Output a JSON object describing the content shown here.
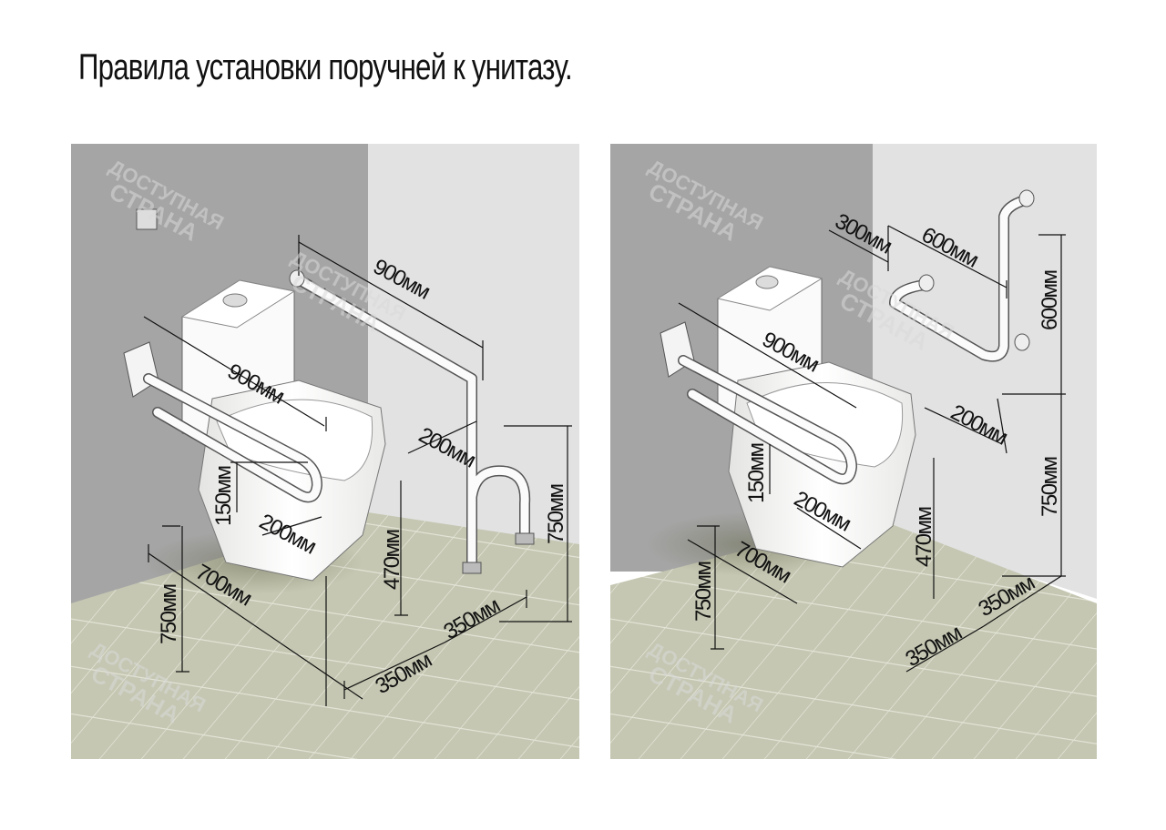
{
  "title": "Правила установки поручней к унитазу.",
  "watermark": {
    "line1": "ДОСТУПНАЯ",
    "line2": "СТРАНА"
  },
  "left_panel": {
    "dims": {
      "bar_top": "900мм",
      "bar_side": "900мм",
      "offset_200_a": "200мм",
      "offset_200_b": "200мм",
      "h150": "150мм",
      "h470": "470мм",
      "h750_right": "750мм",
      "h750_left": "750мм",
      "d700": "700мм",
      "w350_a": "350мм",
      "w350_b": "350мм"
    }
  },
  "right_panel": {
    "dims": {
      "d300": "300мм",
      "w600": "600мм",
      "h600": "600мм",
      "bar_side": "900мм",
      "offset_200_a": "200мм",
      "offset_200_b": "200мм",
      "h150": "150мм",
      "h470": "470мм",
      "h750_right": "750мм",
      "h750_left": "750мм",
      "d700": "700мм",
      "w350_a": "350мм",
      "w350_b": "350мм"
    }
  },
  "colors": {
    "wall_dark": "#a4a4a4",
    "wall_light": "#e3e3e3",
    "floor": "#c5c7b2",
    "toilet": "#f7f7f5",
    "rail": "#fbfbfb"
  }
}
